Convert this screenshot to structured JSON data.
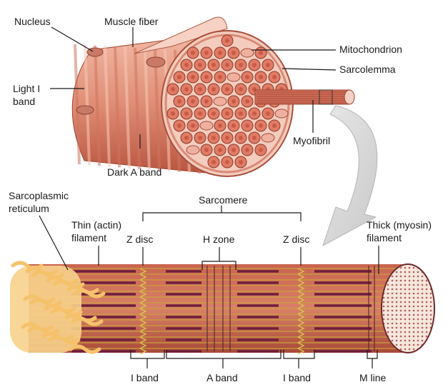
{
  "labels": {
    "nucleus": "Nucleus",
    "muscle_fiber": "Muscle fiber",
    "mitochondrion": "Mitochondrion",
    "sarcolemma": "Sarcolemma",
    "light_i_band_1": "Light I",
    "light_i_band_2": "band",
    "myofibril": "Myofibril",
    "dark_a_band": "Dark A band",
    "sarcoplasmic_1": "Sarcoplasmic",
    "sarcoplasmic_2": "reticulum",
    "sarcomere": "Sarcomere",
    "thin_1": "Thin (actin)",
    "thin_2": "filament",
    "z_disc_left": "Z disc",
    "h_zone": "H zone",
    "z_disc_right": "Z disc",
    "thick_1": "Thick (myosin)",
    "thick_2": "filament",
    "i_band_left": "I band",
    "a_band": "A band",
    "i_band_right": "I band",
    "m_line": "M line"
  },
  "colors": {
    "fiber": "#e89b84",
    "fiber_dark": "#c8644c",
    "fiber_stripe": "#f2b8a4",
    "myofibril_circle": "#e07b66",
    "mito": "#f0b0a0",
    "reticulum": "#f5c26b",
    "myosin": "#6e1f3a",
    "actin": "#c9a13b",
    "zdisc": "#d8c050",
    "cross_section": "#f4e4da"
  }
}
